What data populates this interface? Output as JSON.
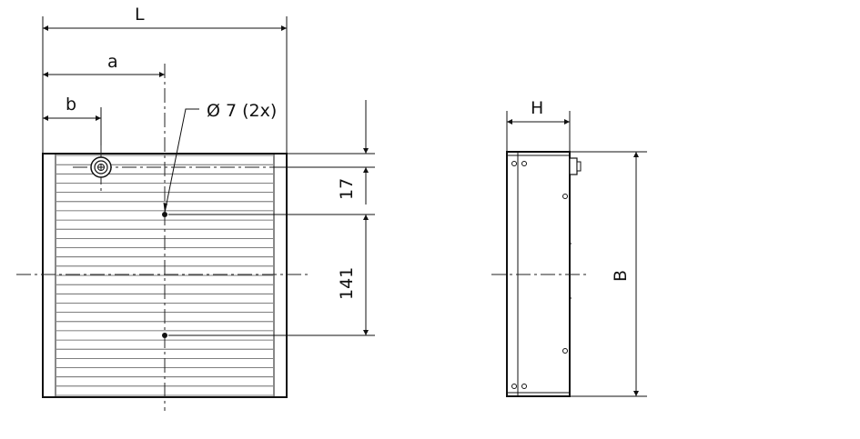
{
  "front_view": {
    "dim_L": "L",
    "dim_a": "a",
    "dim_b": "b",
    "hole_note": "Ø 7 (2x)",
    "dim_top_offset": "17",
    "dim_hole_spacing": "141",
    "fin_count": 26
  },
  "side_view": {
    "dim_H": "H",
    "dim_B": "B"
  },
  "colors": {
    "line": "#111111",
    "fins": "#555555",
    "background": "#ffffff"
  }
}
